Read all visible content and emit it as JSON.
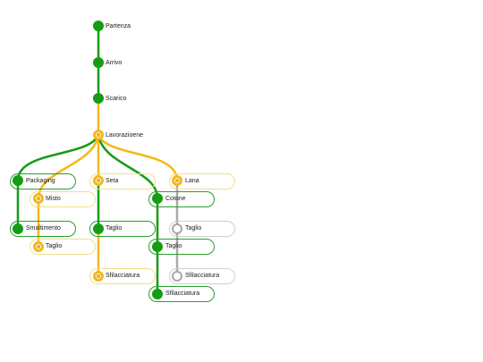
{
  "colors": {
    "done": "#149c14",
    "in_progress": "#f5b818",
    "pending": "#a8a8a8"
  },
  "steps": {
    "partenza": "Partenza",
    "arrivo": "Arrivo",
    "scarico": "Scarico",
    "lavorazione": "Lavorazioene"
  },
  "branches": {
    "packaging": "Packaging",
    "smaltimento": "Smaltimento",
    "misto": "Misto",
    "misto_taglio": "Taglio",
    "seta": "Seta",
    "seta_taglio": "Taglio",
    "seta_sfilacciatura": "Sfilacciatura",
    "cotone": "Cotone",
    "cotone_taglio": "Taglio",
    "cotone_sfilacciatura": "Sfilacciatura",
    "lana": "Lana",
    "lana_taglio": "Taglio",
    "lana_sfilacciatura": "Sfilacciatura"
  }
}
